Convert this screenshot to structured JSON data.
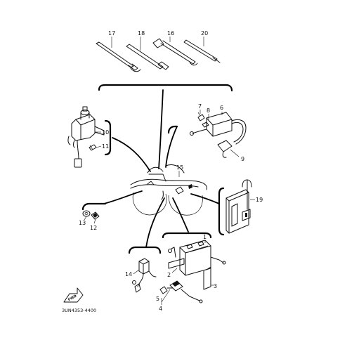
{
  "parts": {
    "p1": "1",
    "p2": "2",
    "p3": "3",
    "p4": "4",
    "p5": "5",
    "p6": "6",
    "p7": "7",
    "p8": "8",
    "p9": "9",
    "p10": "10",
    "p11": "11",
    "p12": "12",
    "p13": "13",
    "p14": "14",
    "p15": "15",
    "p16": "16",
    "p17": "17",
    "p18": "18",
    "p19": "19",
    "p20": "20"
  },
  "figure_code": "3UN4353-4400",
  "direction_marker": "FWD",
  "icons": {
    "direction": "fwd-arrow-icon"
  }
}
